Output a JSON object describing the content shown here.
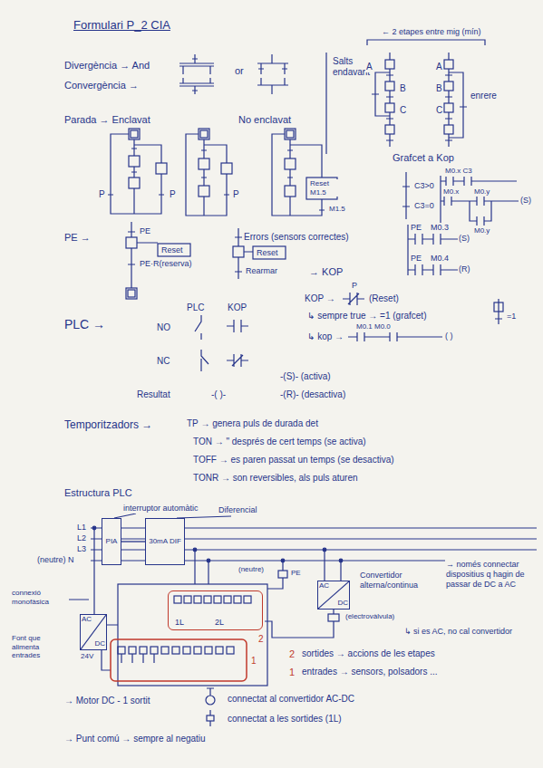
{
  "diagram": {
    "title": "Formulari P_2 CIA",
    "nodes": [
      {
        "text": [
          "PIA"
        ]
      },
      {
        "text": [
          "30mA DIF"
        ]
      },
      {
        "text": [
          "AC",
          "DC"
        ]
      },
      {
        "text": [
          "AC",
          "DC"
        ]
      },
      {
        "text": [
          "1L",
          "2L"
        ]
      }
    ],
    "edges": [
      {
        "from": 0,
        "to": 1,
        "arrow": "none"
      }
    ],
    "labels": [
      "Divergència → And",
      "Convergència →",
      "or",
      "Salts endavant",
      "← 2 etapes entre mig (mín)",
      "A",
      "B",
      "C",
      "enrere",
      "A",
      "B",
      "C",
      "Parada → Enclavat",
      "No enclavat",
      "P",
      "P",
      "P",
      "Reset M1.5",
      "M1.5",
      "PE →",
      "PE",
      "Reset",
      "PE·R(reserva)",
      "Errors (sensors correctes)",
      "Reset",
      "Rearmar",
      "→ KOP",
      "PE",
      "M0.3",
      "(S)",
      "PE",
      "M0.4",
      "(R)",
      "Grafcet a Kop",
      "C3>0",
      "C3=0",
      "M0.x C3",
      "M0.x",
      "M0.y",
      "(S)",
      "M0.y",
      "PLC →",
      "PLC",
      "KOP",
      "NO",
      "NC",
      "Resultat",
      "-(S)- (activa)",
      "-(R)- (desactiva)",
      "-( )-",
      "KOP →",
      "P",
      "(Reset)",
      "↳ sempre true → =1 (grafcet)",
      "↳ kop →",
      "M0.1 M0.0",
      "( )",
      "=1",
      "Temporitzadors →",
      "TP → genera puls de durada det",
      "TON → \" després de cert temps (se activa)",
      "TOFF → es paren passat un temps (se desactiva)",
      "TONR → son reversibles, als puls aturen",
      "Estructura PLC",
      "interruptor automàtic",
      "Diferencial",
      "L1",
      "L2",
      "L3",
      "(neutre) N",
      "(neutre)",
      "PE",
      "Convertidor alterna/continua",
      "→ només connectar dispositius q hagin de passar de DC a AC",
      "↳ si es AC, no cal convertidor",
      "(electrovàlvula)",
      "connexió monofàsica",
      "Font que alimenta entrades",
      "24V",
      "2",
      "1",
      "2",
      "sortides → accions de les etapes",
      "1",
      "entrades → sensors, polsadors ...",
      "→ Motor DC - 1 sortit",
      "connectat al convertidor AC-DC",
      "connectat a les sortides (1L)",
      "→ Punt comú → sempre al negatiu"
    ]
  }
}
